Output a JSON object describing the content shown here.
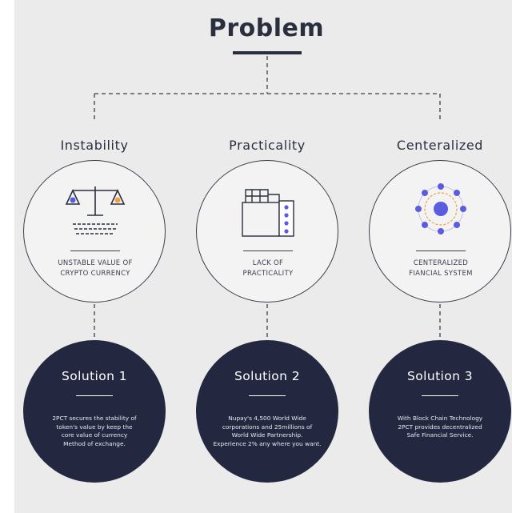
{
  "title": "Problem",
  "problems": [
    {
      "label": "Instability",
      "icon": "balance-scale-icon",
      "description_line1": "UNSTABLE VALUE OF",
      "description_line2": "CRYPTO CURRENCY"
    },
    {
      "label": "Practicality",
      "icon": "building-icon",
      "description_line1": "LACK OF",
      "description_line2": "PRACTICALITY"
    },
    {
      "label": "Centeralized",
      "icon": "network-orbit-icon",
      "description_line1": "CENTERALIZED",
      "description_line2": "FIANCIAL SYSTEM"
    }
  ],
  "solutions": [
    {
      "title": "Solution 1",
      "lines": [
        "2PCT secures the stability of",
        "token's value by keep the",
        "core value of currency",
        "Method of exchange."
      ]
    },
    {
      "title": "Solution 2",
      "lines": [
        "Nupay's 4,500 World Wide",
        "corporations and 25millions of",
        "World Wide Partnership.",
        "Experience 2% any where you want."
      ]
    },
    {
      "title": "Solution 3",
      "lines": [
        "With Block Chain Technology",
        "2PCT provides decentralized",
        "Safe Financial Service."
      ]
    }
  ],
  "colors": {
    "dark_navy": "#232840",
    "accent_purple": "#5b5ce0",
    "accent_orange": "#f0a04a",
    "background": "#ebebeb"
  }
}
